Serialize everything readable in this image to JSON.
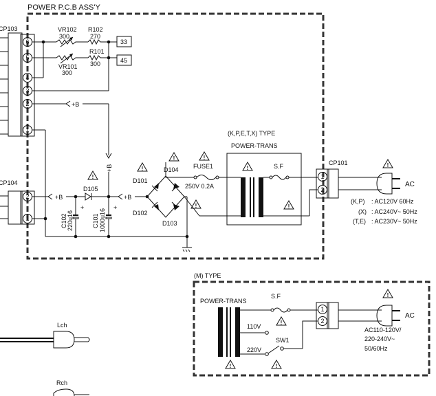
{
  "main_board": {
    "title": "POWER P.C.B ASS'Y",
    "cp103": {
      "label": "CP103",
      "pins": [
        "6",
        "5",
        "4",
        "3",
        "2",
        "1"
      ]
    },
    "cp104": {
      "label": "CP104",
      "pins": [
        "2",
        "1"
      ]
    },
    "cp101": {
      "label": "CP101",
      "pins": [
        "1",
        "2"
      ]
    },
    "vr102": {
      "name": "VR102",
      "value": "300"
    },
    "r102": {
      "name": "R102",
      "value": "270"
    },
    "r101": {
      "name": "R101",
      "value": "300"
    },
    "vr101": {
      "name": "VR101",
      "value": "300"
    },
    "box_33": "33",
    "box_45": "45",
    "plus_b": "+B",
    "d101": "D101",
    "d102": "D102",
    "d103": "D103",
    "d104": "D104",
    "d105": "D105",
    "fuse_name": "FUSE1",
    "fuse_rating": "250V 0.2A",
    "c102_name": "C102",
    "c102_value": "220u16",
    "c101_name": "C101",
    "c101_value": "1000u16",
    "cap_plus": "+",
    "type_label": "(K,P,E,T,X) TYPE",
    "trans_label": "POWER-TRANS",
    "sf_label": "S.F",
    "ac_label": "AC",
    "voltage_notes": [
      {
        "region": "(K,P)",
        "value": ": AC120V 60Hz"
      },
      {
        "region": "(X)",
        "value": ": AC240V~ 50Hz"
      },
      {
        "region": "(T,E)",
        "value": ": AC230V~ 50Hz"
      }
    ]
  },
  "m_type": {
    "title": "(M) TYPE",
    "trans_label": "POWER-TRANS",
    "sf_label": "S.F",
    "tap_110": "110V",
    "tap_220": "220V",
    "sw_label": "SW1",
    "pins": [
      "1",
      "2"
    ],
    "ac_label": "AC",
    "ac_notes": [
      "AC110-120V/",
      "220-240V~",
      "50/60Hz"
    ]
  },
  "speakers": {
    "lch": "Lch",
    "rch": "Rch"
  },
  "caution_symbol": "!"
}
